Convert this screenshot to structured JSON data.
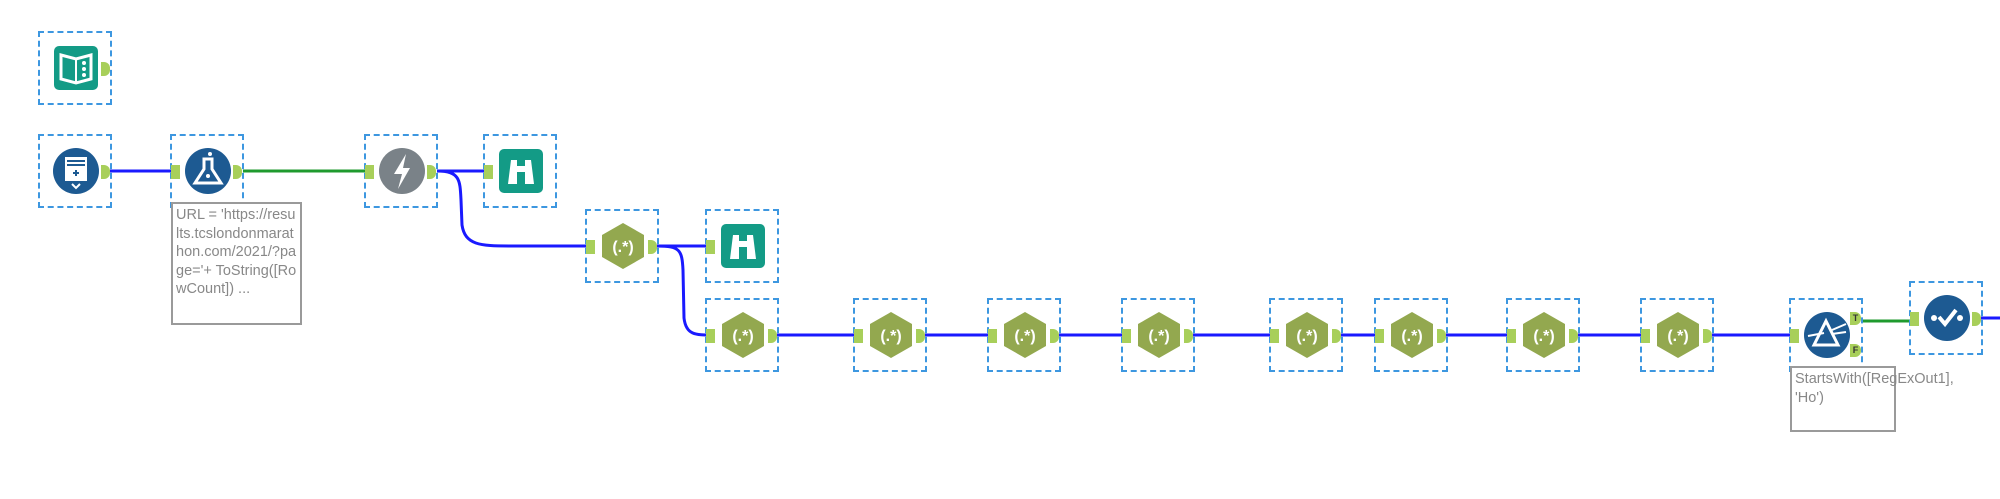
{
  "canvas": {
    "tools": [
      {
        "id": "comment-book",
        "type": "book"
      },
      {
        "id": "text-input",
        "type": "text-input"
      },
      {
        "id": "formula",
        "type": "formula"
      },
      {
        "id": "dynamic-input",
        "type": "dynamic-input"
      },
      {
        "id": "browse-1",
        "type": "browse"
      },
      {
        "id": "regex-1",
        "type": "regex"
      },
      {
        "id": "browse-2",
        "type": "browse"
      },
      {
        "id": "regex-2",
        "type": "regex"
      },
      {
        "id": "regex-3",
        "type": "regex"
      },
      {
        "id": "regex-4",
        "type": "regex"
      },
      {
        "id": "regex-5",
        "type": "regex"
      },
      {
        "id": "regex-6",
        "type": "regex"
      },
      {
        "id": "regex-7",
        "type": "regex"
      },
      {
        "id": "regex-8",
        "type": "regex"
      },
      {
        "id": "regex-9",
        "type": "regex"
      },
      {
        "id": "filter",
        "type": "filter"
      },
      {
        "id": "select",
        "type": "select"
      }
    ],
    "regex_label": "(.*)",
    "filter_true": "T",
    "filter_false": "F",
    "formula_annotation": "URL = 'https://results.tcslondonmarathon.com/2021/?page='+ ToString([RowCount]) ...",
    "filter_annotation": "StartsWith([RegExOut1], 'Ho')",
    "colors": {
      "wire_blue": "#1a1aff",
      "wire_green": "#1f9a2e",
      "regex": "#93a84f",
      "browse": "#139b86",
      "blue_tool": "#1d5a92",
      "dynamic": "#7a8288",
      "anchor": "#a8cf5a"
    }
  }
}
